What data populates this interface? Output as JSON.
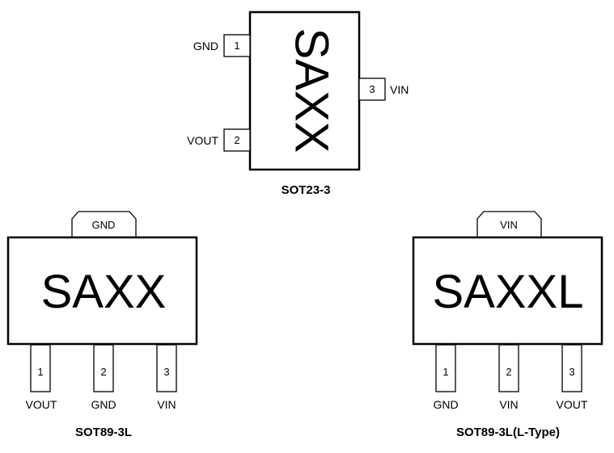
{
  "sot23": {
    "caption": "SOT23-3",
    "marking": "SAXX",
    "pins": [
      {
        "number": "1",
        "name": "GND"
      },
      {
        "number": "2",
        "name": "VOUT"
      },
      {
        "number": "3",
        "name": "VIN"
      }
    ]
  },
  "sot89": {
    "caption": "SOT89-3L",
    "marking": "SAXX",
    "tab": "GND",
    "pins": [
      {
        "number": "1",
        "name": "VOUT"
      },
      {
        "number": "2",
        "name": "GND"
      },
      {
        "number": "3",
        "name": "VIN"
      }
    ]
  },
  "sot89l": {
    "caption": "SOT89-3L(L-Type)",
    "marking": "SAXXL",
    "tab": "VIN",
    "pins": [
      {
        "number": "1",
        "name": "GND"
      },
      {
        "number": "2",
        "name": "VIN"
      },
      {
        "number": "3",
        "name": "VOUT"
      }
    ]
  }
}
